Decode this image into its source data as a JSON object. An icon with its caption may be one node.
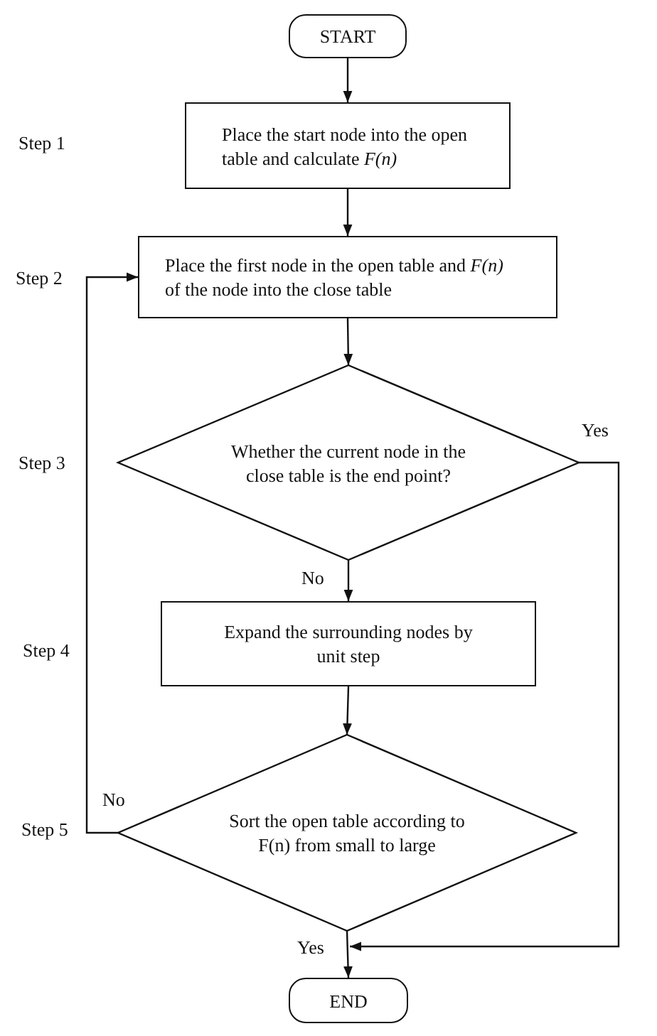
{
  "diagram": {
    "nodes": [
      {
        "text": [
          "START"
        ]
      },
      {
        "text": [
          "Place the start node into the open table and calculate *F(n)*"
        ]
      },
      {
        "text": [
          "Place the first node in the open table and *F(n)* of the node into the close table"
        ]
      },
      {
        "text": [
          "Whether the current node in the close table is the end point?"
        ]
      },
      {
        "text": [
          "Expand the surrounding nodes by unit step"
        ]
      },
      {
        "text": [
          "Sort the open table according to F(n) from small to large"
        ]
      },
      {
        "text": [
          "END"
        ]
      }
    ],
    "edges": [
      {
        "from": 0,
        "to": 1,
        "arrow": "to"
      },
      {
        "from": 1,
        "to": 2,
        "arrow": "to"
      },
      {
        "from": 2,
        "to": 3,
        "arrow": "to"
      },
      {
        "from": 3,
        "to": 4,
        "arrow": "to",
        "label": "No"
      },
      {
        "from": 4,
        "to": 5,
        "arrow": "to"
      },
      {
        "from": 5,
        "to": 6,
        "arrow": "to",
        "label": "Yes"
      },
      {
        "from": 5,
        "to": 2,
        "arrow": "to",
        "label": "No"
      },
      {
        "from": 3,
        "to": 6,
        "arrow": "to",
        "label": "Yes"
      }
    ],
    "labels": [
      "Step 1",
      "Step 2",
      "Step 3",
      "Step 4",
      "Step 5"
    ]
  }
}
